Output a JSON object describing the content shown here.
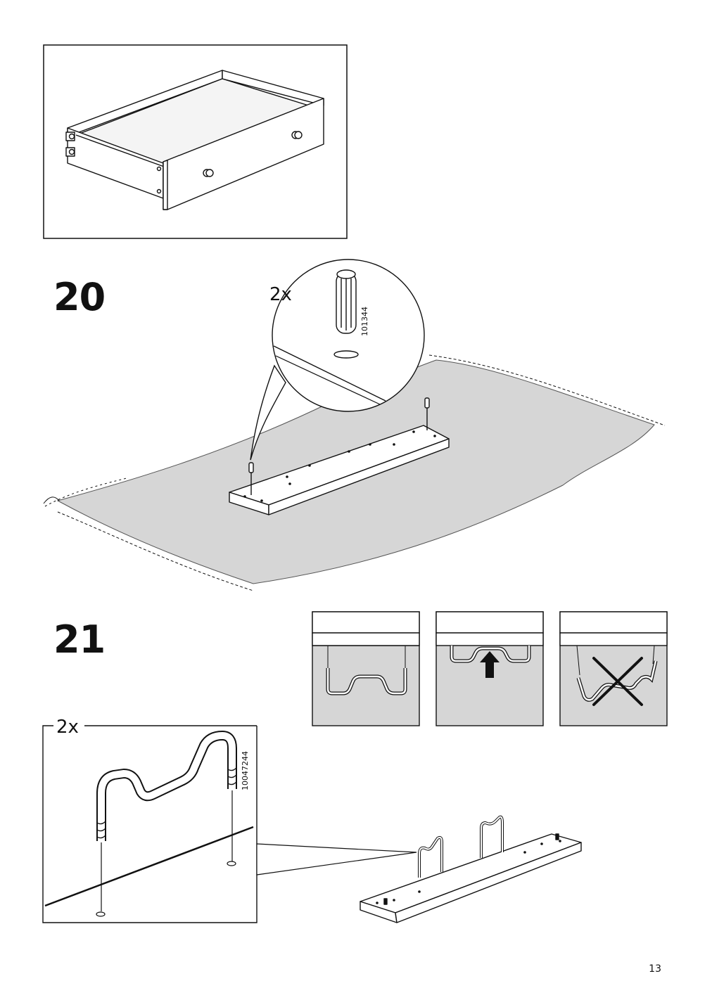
{
  "page": {
    "number": "13"
  },
  "steps": [
    {
      "number": "20",
      "quantity": "2x",
      "part_number": "101344"
    },
    {
      "number": "21",
      "quantity": "2x",
      "part_number": "10047244"
    }
  ]
}
